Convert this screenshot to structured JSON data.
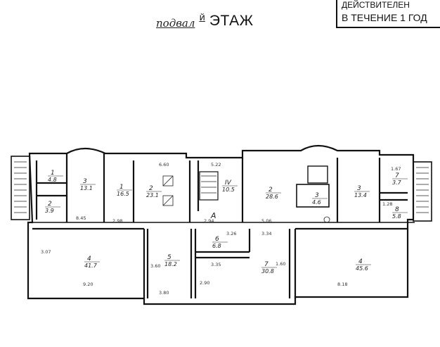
{
  "header": {
    "handwritten": "подвал",
    "ordinal": "й",
    "floor_word": "ЭТАЖ"
  },
  "stamp": {
    "line1": "ДЕЙСТВИТЕЛЕН",
    "line2": "В ТЕЧЕНИЕ 1 ГОД"
  },
  "rooms": [
    {
      "num": "1",
      "area": "4.8"
    },
    {
      "num": "2",
      "area": "3.9"
    },
    {
      "num": "3",
      "area": "13.1"
    },
    {
      "num": "1",
      "area": "16.5"
    },
    {
      "num": "2",
      "area": "23.1"
    },
    {
      "num": "IV",
      "area": "10.5"
    },
    {
      "num": "2",
      "area": "28.6"
    },
    {
      "num": "3",
      "area": "4.6"
    },
    {
      "num": "3",
      "area": "13.4"
    },
    {
      "num": "7",
      "area": "3.7"
    },
    {
      "num": "8",
      "area": "5.8"
    },
    {
      "num": "4",
      "area": "41.7"
    },
    {
      "num": "5",
      "area": "18.2"
    },
    {
      "num": "6",
      "area": "6.8"
    },
    {
      "num": "7",
      "area": "30.8"
    },
    {
      "num": "4",
      "area": "45.6"
    }
  ],
  "dimensions": [
    "6.60",
    "5.22",
    "9.20",
    "3.80",
    "3.35",
    "3.34",
    "5.06",
    "8.18",
    "2.98",
    "2.94",
    "2.90",
    "8.45",
    "3.26",
    "3.60",
    "3.07",
    "1.67",
    "1.28",
    "1.60"
  ],
  "markers": {
    "corridor": "A"
  }
}
